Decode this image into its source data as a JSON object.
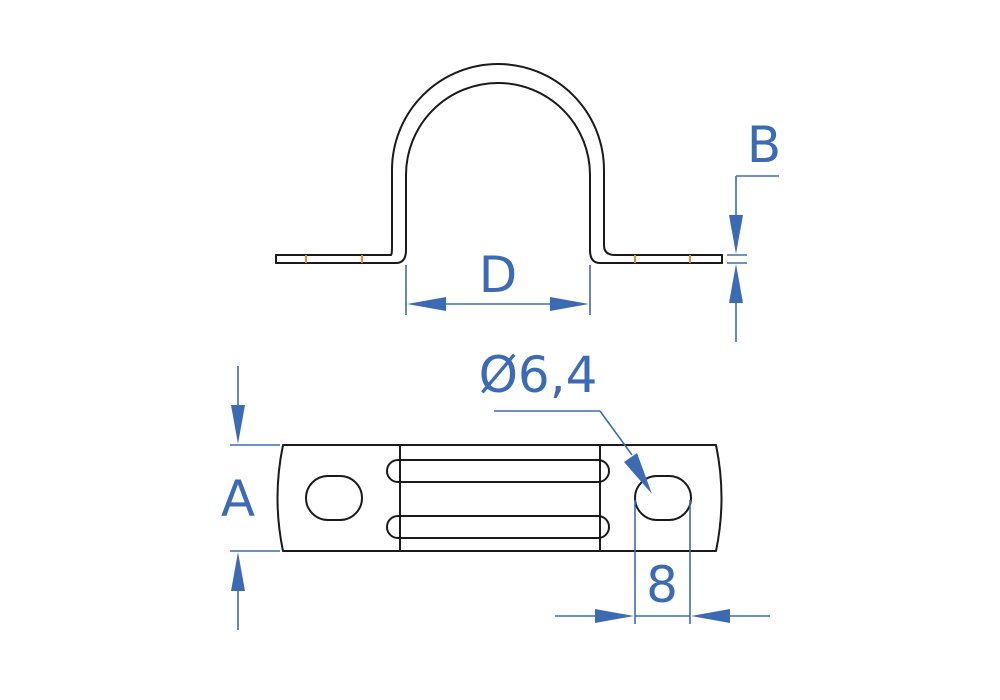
{
  "dimensions": {
    "pipe_diameter": "D",
    "material_thickness": "B",
    "strap_width": "A",
    "hole_diameter": "Ø6,4",
    "slot_length": "8"
  },
  "colors": {
    "part_outline": "#1a1a1a",
    "dimension": "#3d6bb3",
    "bend_marks": "#e58a2e"
  }
}
